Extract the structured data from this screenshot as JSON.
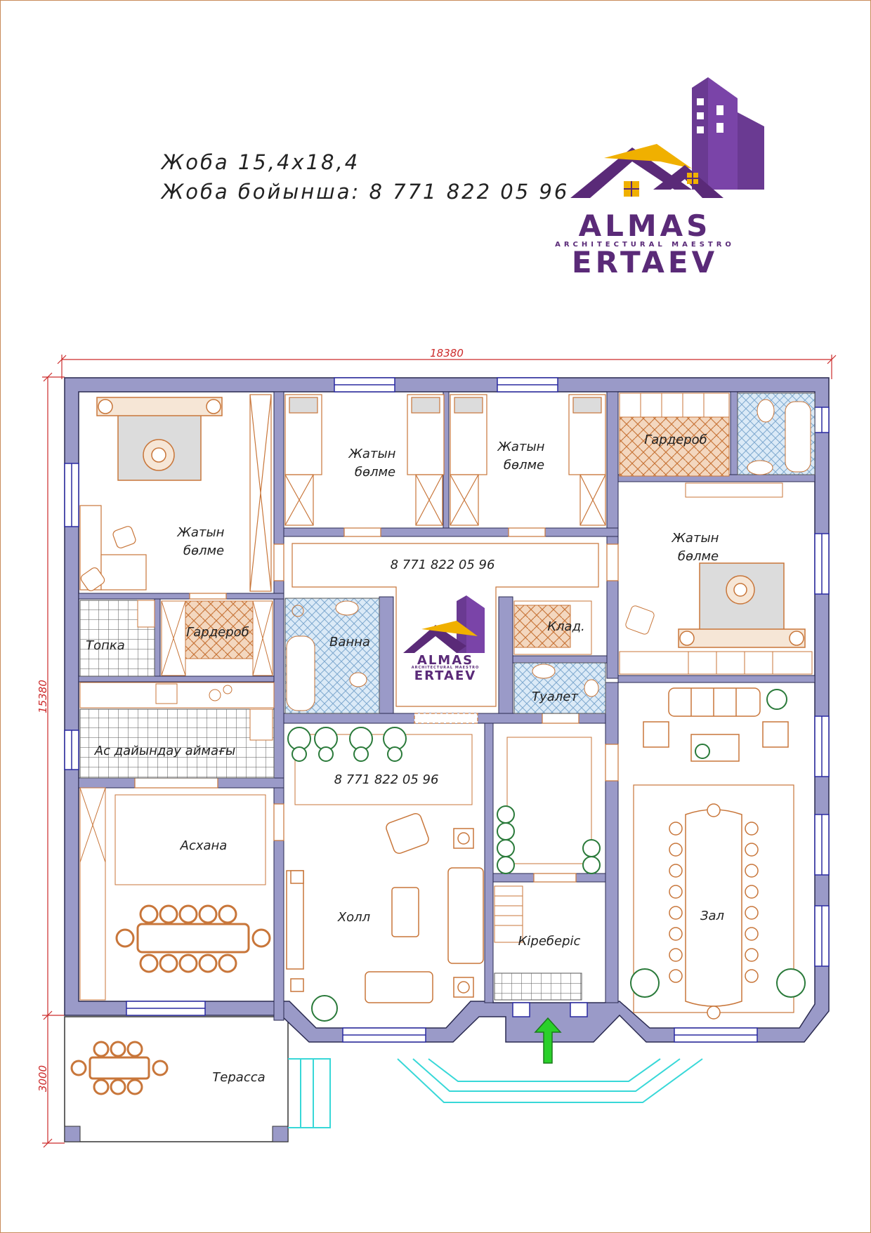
{
  "header": {
    "project_line": "Жоба 15,4х18,4",
    "contact_line": "Жоба бойынша: 8 771 822 05 96"
  },
  "logo": {
    "name_top": "ALMAS",
    "tagline": "ARCHITECTURAL MAESTRO",
    "name_bottom": "ERTAEV",
    "icon": "house-buildings-icon"
  },
  "dimensions": {
    "width": "18380",
    "depth": "15380",
    "terrace": "3000"
  },
  "rooms": {
    "bedroom_main_line1": "Жатын",
    "bedroom_main_line2": "бөлме",
    "bedroom_2_line1": "Жатын",
    "bedroom_2_line2": "бөлме",
    "bedroom_3_line1": "Жатын",
    "bedroom_3_line2": "бөлме",
    "bedroom_4_line1": "Жатын",
    "bedroom_4_line2": "бөлме",
    "wardrobe_top": "Гардероб",
    "wardrobe_left": "Гардероб",
    "boiler": "Топка",
    "bath": "Ванна",
    "storage": "Клад.",
    "toilet": "Туалет",
    "cooking_area": "Ас дайындау аймағы",
    "kitchen": "Асхана",
    "hall": "Холл",
    "entrance": "Кіреберіс",
    "living": "Зал",
    "terrace": "Терасса"
  },
  "watermark": {
    "phone_top": "8 771 822 05 96",
    "phone_hall": "8 771 822 05 96",
    "logo_name_top": "ALMAS",
    "logo_tagline": "ARCHITECTURAL MAESTRO",
    "logo_name_bottom": "ERTAEV"
  },
  "colors": {
    "wall": "#9a9ac8",
    "furniture": "#c8763a",
    "window": "#2a2aa0",
    "dimension": "#cc2a2a",
    "tile": "#bcd8ef",
    "plant": "#2a7a3a",
    "steps": "#38d8d8",
    "entry_arrow": "#2ad02a",
    "logo_purple": "#5a2a78",
    "logo_yellow": "#f0b000"
  }
}
